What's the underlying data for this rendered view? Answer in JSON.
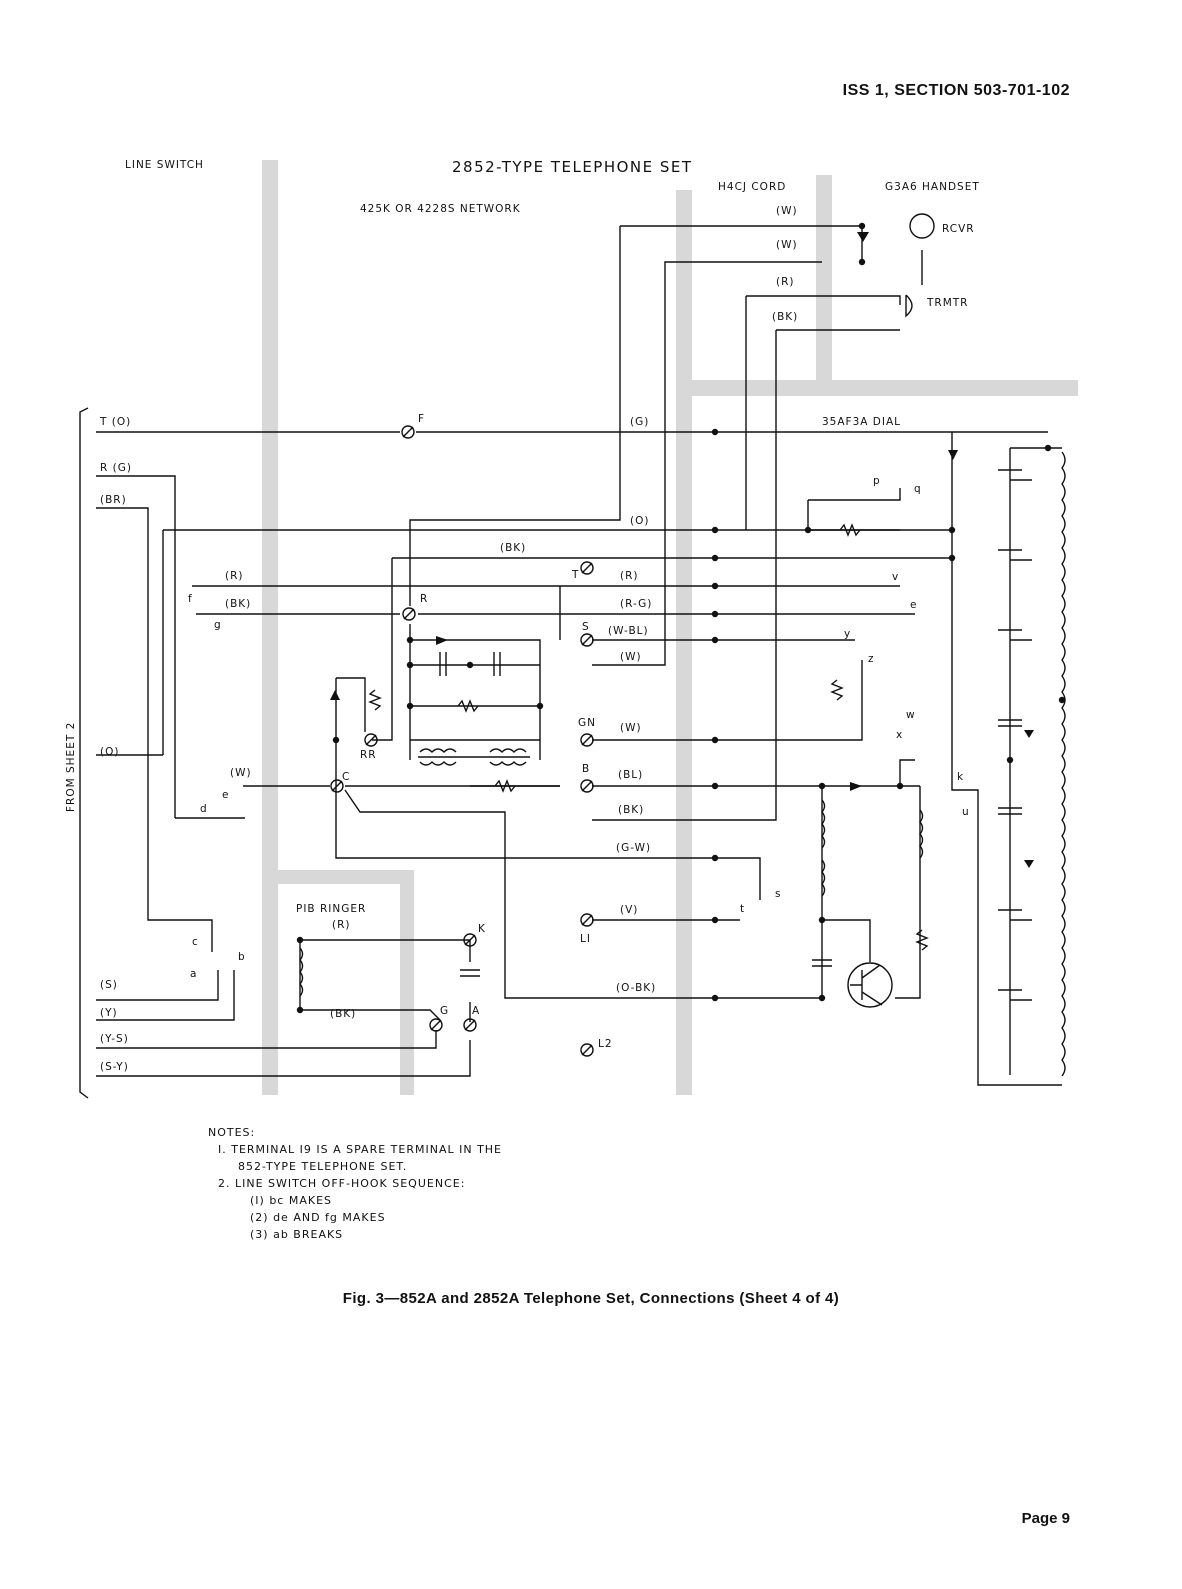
{
  "header": {
    "section": "ISS 1, SECTION 503-701-102"
  },
  "page": {
    "number": "Page 9"
  },
  "caption": "Fig. 3—852A and 2852A Telephone Set, Connections (Sheet 4 of 4)",
  "diagram": {
    "title": "2852-TYPE TELEPHONE SET",
    "line_switch": "LINE SWITCH",
    "network": "425K OR 4228S NETWORK",
    "cord": "H4CJ CORD",
    "handset": "G3A6 HANDSET",
    "rcvr": "RCVR",
    "trmtr": "TRMTR",
    "dial": "35AF3A DIAL",
    "ringer_name": "PIB RINGER",
    "ringer_r": "(R)",
    "ringer_bk": "(BK)",
    "from_sheet": "FROM SHEET 2",
    "left_leads": [
      "T (O)",
      "R (G)",
      "(BR)",
      "(O)",
      "(S)",
      "(Y)",
      "(Y-S)",
      "(S-Y)"
    ],
    "cord_leads": [
      "(W)",
      "(W)",
      "(R)",
      "(BK)"
    ],
    "wire_labels": [
      "(G)",
      "(O)",
      "(BK)",
      "(R)",
      "(R-G)",
      "(W-BL)",
      "(W)",
      "(W)",
      "(BL)",
      "(BK)",
      "(G-W)",
      "(V)",
      "(O-BK)",
      "(R)",
      "(BK)",
      "(W)"
    ],
    "terminals": [
      "F",
      "T",
      "R",
      "S",
      "GN",
      "B",
      "C",
      "RR",
      "K",
      "G",
      "A",
      "LI",
      "L2"
    ],
    "contacts": [
      "a",
      "b",
      "c",
      "d",
      "e",
      "f",
      "g",
      "p",
      "q",
      "v",
      "e",
      "y",
      "z",
      "w",
      "x",
      "k",
      "u",
      "s",
      "t"
    ]
  },
  "notes": {
    "heading": "NOTES:",
    "n1a": "I. TERMINAL I9 IS A SPARE TERMINAL IN THE",
    "n1b": "852-TYPE TELEPHONE SET.",
    "n2": "2. LINE SWITCH OFF-HOOK SEQUENCE:",
    "s1": "(I) bc MAKES",
    "s2": "(2) de AND fg MAKES",
    "s3": "(3) ab BREAKS"
  }
}
